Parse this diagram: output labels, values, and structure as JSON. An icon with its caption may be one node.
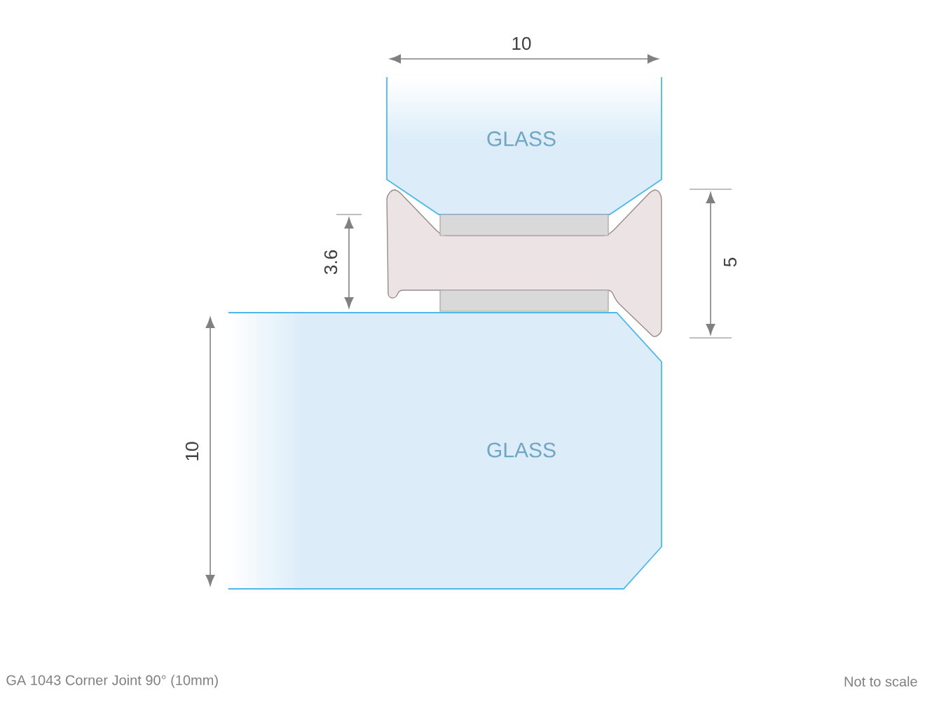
{
  "diagram": {
    "caption": "GA 1043 Corner Joint 90° (10mm)",
    "nodes": [
      {
        "text": [
          "GLASS"
        ]
      },
      {
        "text": [
          "GLASS"
        ]
      }
    ],
    "labels": [
      "10",
      "3.6",
      "5",
      "10",
      "Not to scale"
    ]
  }
}
